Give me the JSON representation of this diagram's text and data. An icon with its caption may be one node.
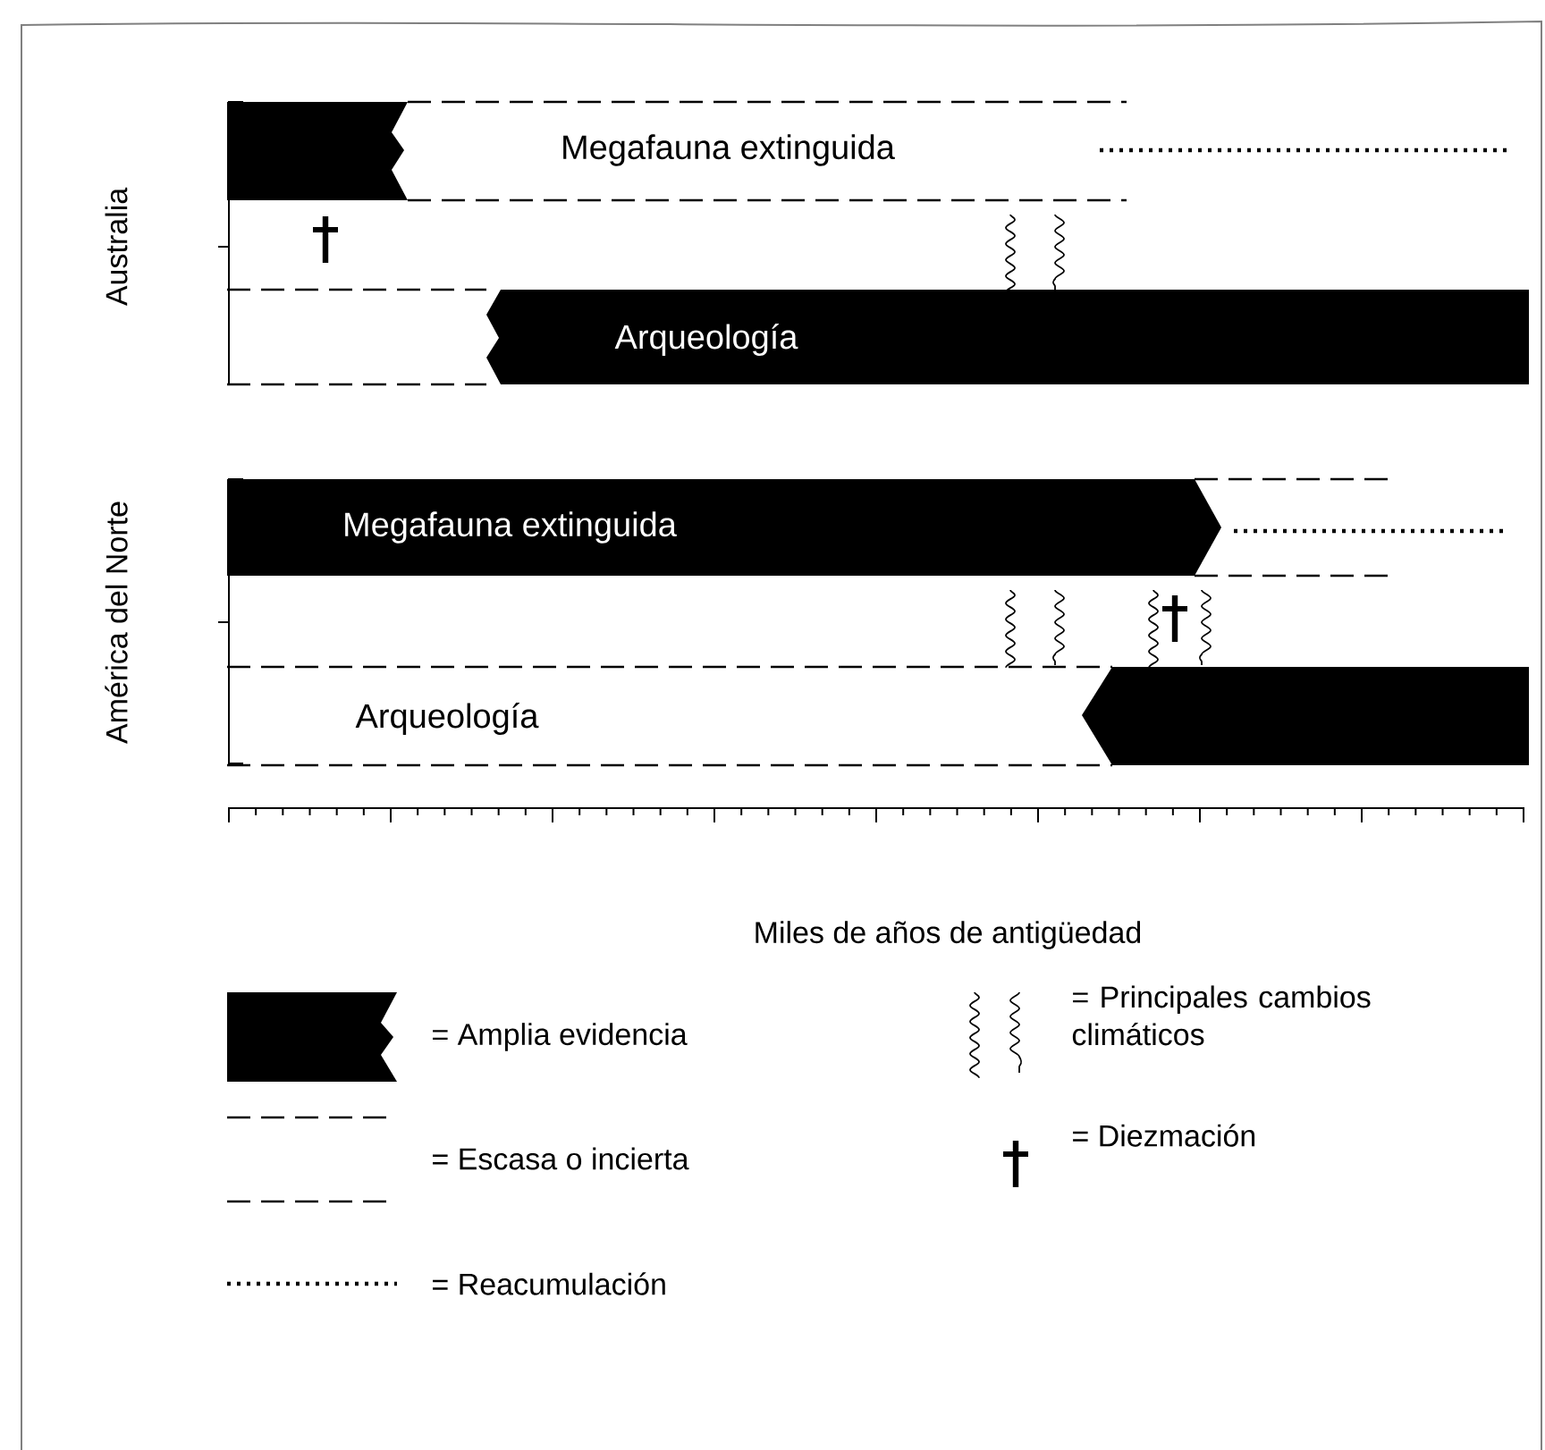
{
  "diagram": {
    "nodes": [
      {
        "text": [
          "Megafauna extinguida"
        ]
      },
      {
        "text": [
          "Arqueología"
        ]
      },
      {
        "text": [
          "Megafauna extinguida"
        ]
      },
      {
        "text": [
          "Arqueología"
        ]
      }
    ],
    "labels": [
      "Australia",
      "América del Norte",
      "Miles de años de antigüedad"
    ],
    "legend": [
      {
        "text": "= Amplia evidencia"
      },
      {
        "text": "= Escasa o incierta"
      },
      {
        "text": "= Reacumulación"
      },
      {
        "text": "= Principales cambios climáticos"
      },
      {
        "text": "= Diezmación"
      }
    ]
  }
}
